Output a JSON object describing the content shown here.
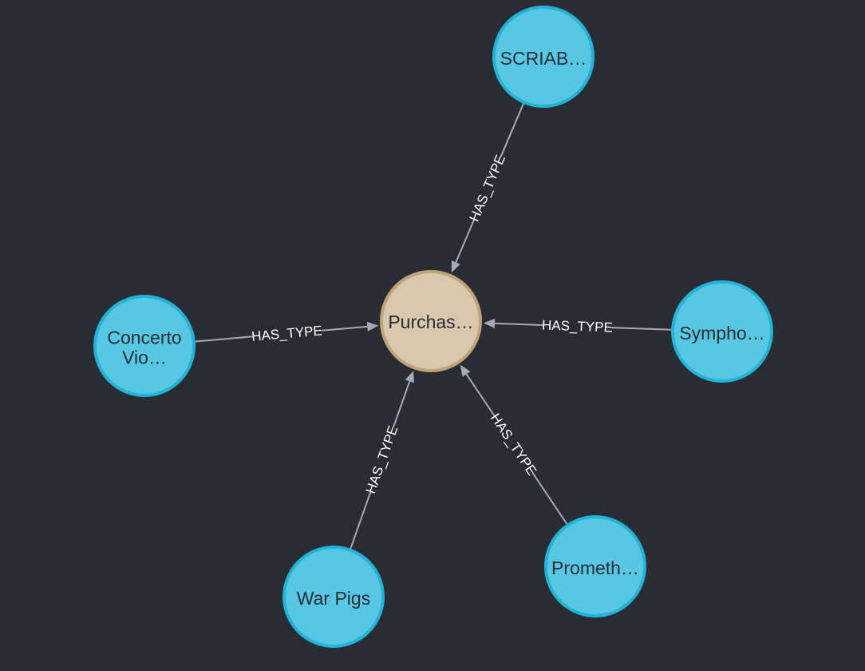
{
  "graph": {
    "center": {
      "label": "Purchas…"
    },
    "nodes": [
      {
        "id": "scriabin",
        "lines": [
          "SCRIAB…"
        ]
      },
      {
        "id": "symphony",
        "lines": [
          "Sympho…"
        ]
      },
      {
        "id": "prometheus",
        "lines": [
          "Prometh…"
        ]
      },
      {
        "id": "war-pigs",
        "lines": [
          "War Pigs"
        ]
      },
      {
        "id": "concerto",
        "lines": [
          "Concerto",
          "Vio…"
        ]
      }
    ],
    "edges": [
      {
        "from": "scriabin",
        "to": "center",
        "label": "HAS_TYPE"
      },
      {
        "from": "symphony",
        "to": "center",
        "label": "HAS_TYPE"
      },
      {
        "from": "prometheus",
        "to": "center",
        "label": "HAS_TYPE"
      },
      {
        "from": "war-pigs",
        "to": "center",
        "label": "HAS_TYPE"
      },
      {
        "from": "concerto",
        "to": "center",
        "label": "HAS_TYPE"
      }
    ]
  },
  "colors": {
    "background": "#292c33",
    "center_fill": "#d9c8ae",
    "center_stroke": "#c0a378",
    "node_fill": "#57c7e3",
    "node_stroke": "#23b3d7",
    "edge": "#a5abb6",
    "edge_label": "#ffffff",
    "node_text": "#2a2c34"
  }
}
